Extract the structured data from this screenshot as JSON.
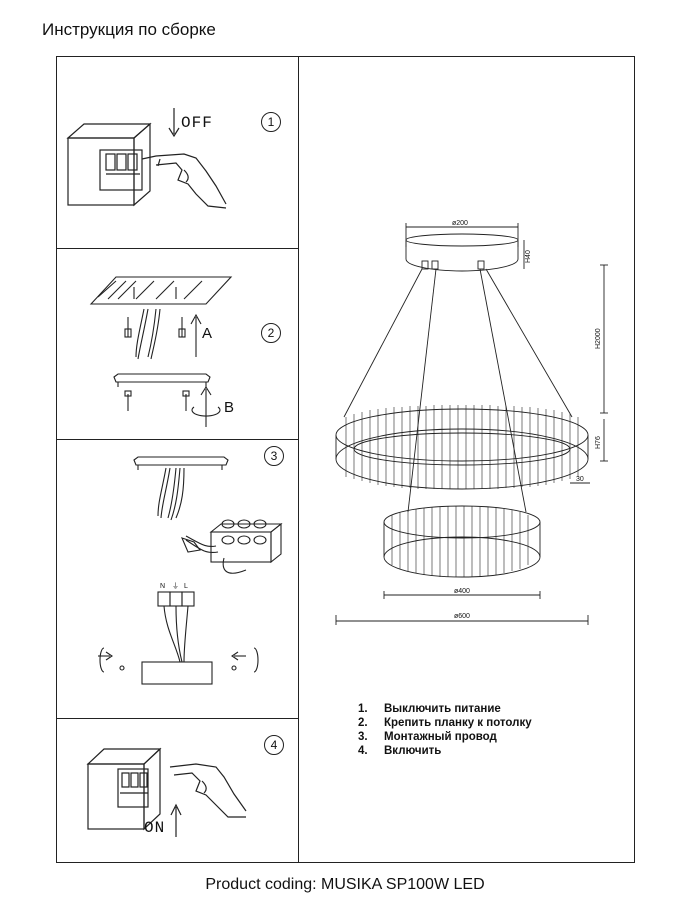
{
  "heading": "Инструкция по сборке",
  "steps": [
    {
      "number": "1",
      "label": "OFF"
    },
    {
      "number": "2",
      "label_a": "A",
      "label_b": "B"
    },
    {
      "number": "3"
    },
    {
      "number": "4",
      "label": "ON"
    }
  ],
  "terminal_labels": [
    "N",
    "⏚",
    "L"
  ],
  "dimensions": {
    "canopy_diameter": "ø200",
    "canopy_height": "H40",
    "total_height": "H2000",
    "ring_height": "H76",
    "ring_width": "30",
    "small_ring_diameter": "ø400",
    "large_ring_diameter": "ø600"
  },
  "instructions": [
    {
      "num": "1.",
      "text": "Выключить питание"
    },
    {
      "num": "2.",
      "text": "Крепить планку к потолку"
    },
    {
      "num": "3.",
      "text": "Монтажный провод"
    },
    {
      "num": "4.",
      "text": "Включить"
    }
  ],
  "product_coding": "Product coding: MUSIKA SP100W LED"
}
